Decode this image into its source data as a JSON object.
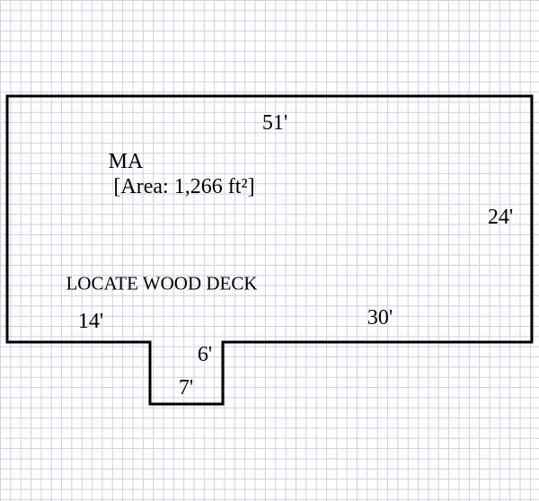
{
  "area": {
    "name": "MA",
    "area_text": "[Area: 1,266 ft²]"
  },
  "note": "LOCATE WOOD DECK",
  "dimensions": {
    "top": "51'",
    "right": "24'",
    "bottom_left": "14'",
    "bottom_right": "30'",
    "notch_side": "6'",
    "notch_bottom": "7'"
  }
}
